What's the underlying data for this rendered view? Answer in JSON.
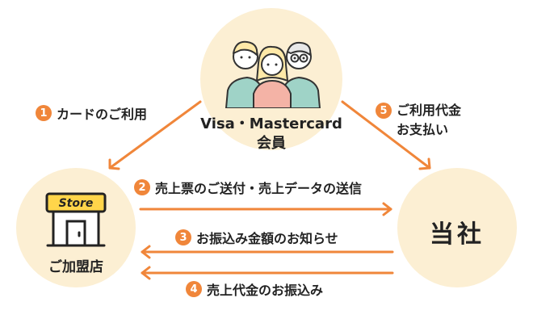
{
  "nodes": {
    "member": {
      "label_line1": "Visa・Mastercard",
      "label_line2": "会員"
    },
    "store": {
      "sign": "Store",
      "label": "ご加盟店"
    },
    "company": {
      "label": "当社"
    }
  },
  "steps": [
    {
      "number": "1",
      "text": "カードのご利用"
    },
    {
      "number": "2",
      "text": "売上票のご送付・売上データの送信"
    },
    {
      "number": "3",
      "text": "お振込み金額のお知らせ"
    },
    {
      "number": "4",
      "text": "売上代金のお振込み"
    },
    {
      "number": "5",
      "text_line1": "ご利用代金",
      "text_line2": "お支払い"
    }
  ],
  "colors": {
    "accent": "#f0863a",
    "circle_fill": "#fcefd3",
    "people_shirt": "#9fd3c7",
    "sign_yellow": "#ffd54a",
    "text": "#222222"
  },
  "icons": [
    "people-group-icon",
    "store-icon"
  ]
}
